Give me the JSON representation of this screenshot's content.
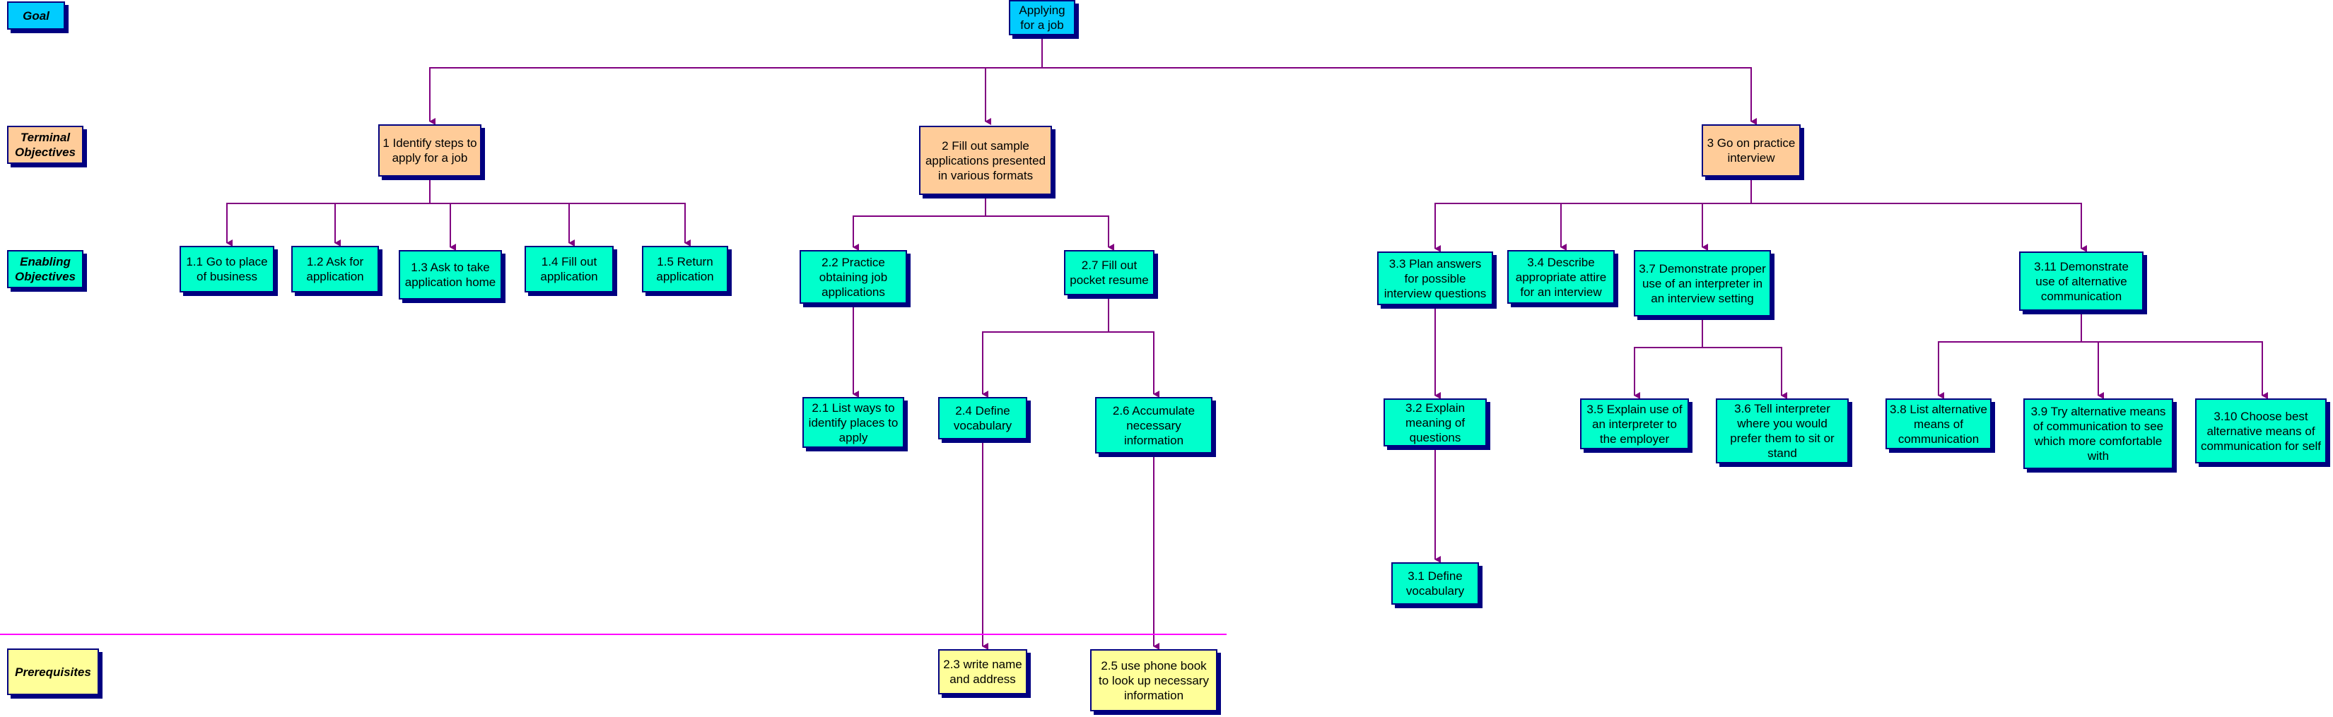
{
  "diagram": {
    "colors": {
      "goal": "#00ccff",
      "terminal": "#ffcc99",
      "enabling": "#00ffcc",
      "prerequisite": "#ffff99",
      "connector": "#800080",
      "divider": "#ff00ff",
      "shadow": "#000080"
    },
    "row_labels": {
      "goal": "Goal",
      "terminal": "Terminal Objectives",
      "enabling": "Enabling Objectives",
      "prerequisites": "Prerequisites"
    },
    "goal": {
      "text": "Applying for a job"
    },
    "t1": {
      "text": "1 Identify steps to apply for a job"
    },
    "t2": {
      "text": "2 Fill out sample applications presented in various formats"
    },
    "t3": {
      "text": "3 Go on practice interview"
    },
    "e1_1": {
      "text": "1.1 Go to place of business"
    },
    "e1_2": {
      "text": "1.2 Ask for application"
    },
    "e1_3": {
      "text": "1.3 Ask to take application home"
    },
    "e1_4": {
      "text": "1.4 Fill out application"
    },
    "e1_5": {
      "text": "1.5 Return application"
    },
    "e2_2": {
      "text": "2.2 Practice obtaining job applications"
    },
    "e2_7": {
      "text": "2.7 Fill out pocket resume"
    },
    "e2_1": {
      "text": "2.1 List ways to identify places to apply"
    },
    "e2_4": {
      "text": "2.4 Define vocabulary"
    },
    "e2_6": {
      "text": "2.6 Accumulate necessary information"
    },
    "p2_3": {
      "text": "2.3 write name and address"
    },
    "p2_5": {
      "text": "2.5 use phone book to look up necessary information"
    },
    "e3_3": {
      "text": "3.3 Plan answers for possible interview questions"
    },
    "e3_4": {
      "text": "3.4 Describe appropriate attire for an interview"
    },
    "e3_7": {
      "text": "3.7 Demonstrate proper use of an interpreter in an interview setting"
    },
    "e3_11": {
      "text": "3.11 Demonstrate use of alternative communication"
    },
    "e3_2": {
      "text": "3.2 Explain meaning of questions"
    },
    "e3_1": {
      "text": "3.1 Define vocabulary"
    },
    "e3_5": {
      "text": "3.5 Explain use of an interpreter to the employer"
    },
    "e3_6": {
      "text": "3.6 Tell interpreter where you would prefer them to sit or stand"
    },
    "e3_8": {
      "text": "3.8 List alternative means of communication"
    },
    "e3_9": {
      "text": "3.9 Try alternative means of communication to see which more comfortable with"
    },
    "e3_10": {
      "text": "3.10 Choose best alternative means of communication for self"
    }
  }
}
